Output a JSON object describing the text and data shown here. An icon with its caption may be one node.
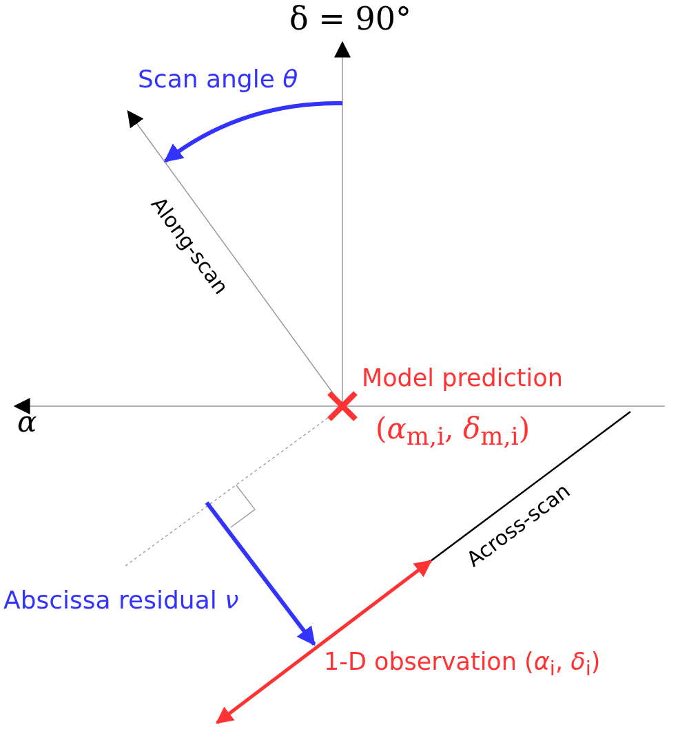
{
  "diagram": {
    "labels": [
      "δ = 90°",
      "Scan angle *θ*",
      "Along-scan",
      "Model prediction",
      "(*α*$_{m,i}$, *δ*$_{m,i}$)",
      "*α*",
      "Across-scan",
      "Abscissa residual *ν*",
      "1-D observation (*α*$_{i}$, *δ*$_{i}$)"
    ]
  }
}
